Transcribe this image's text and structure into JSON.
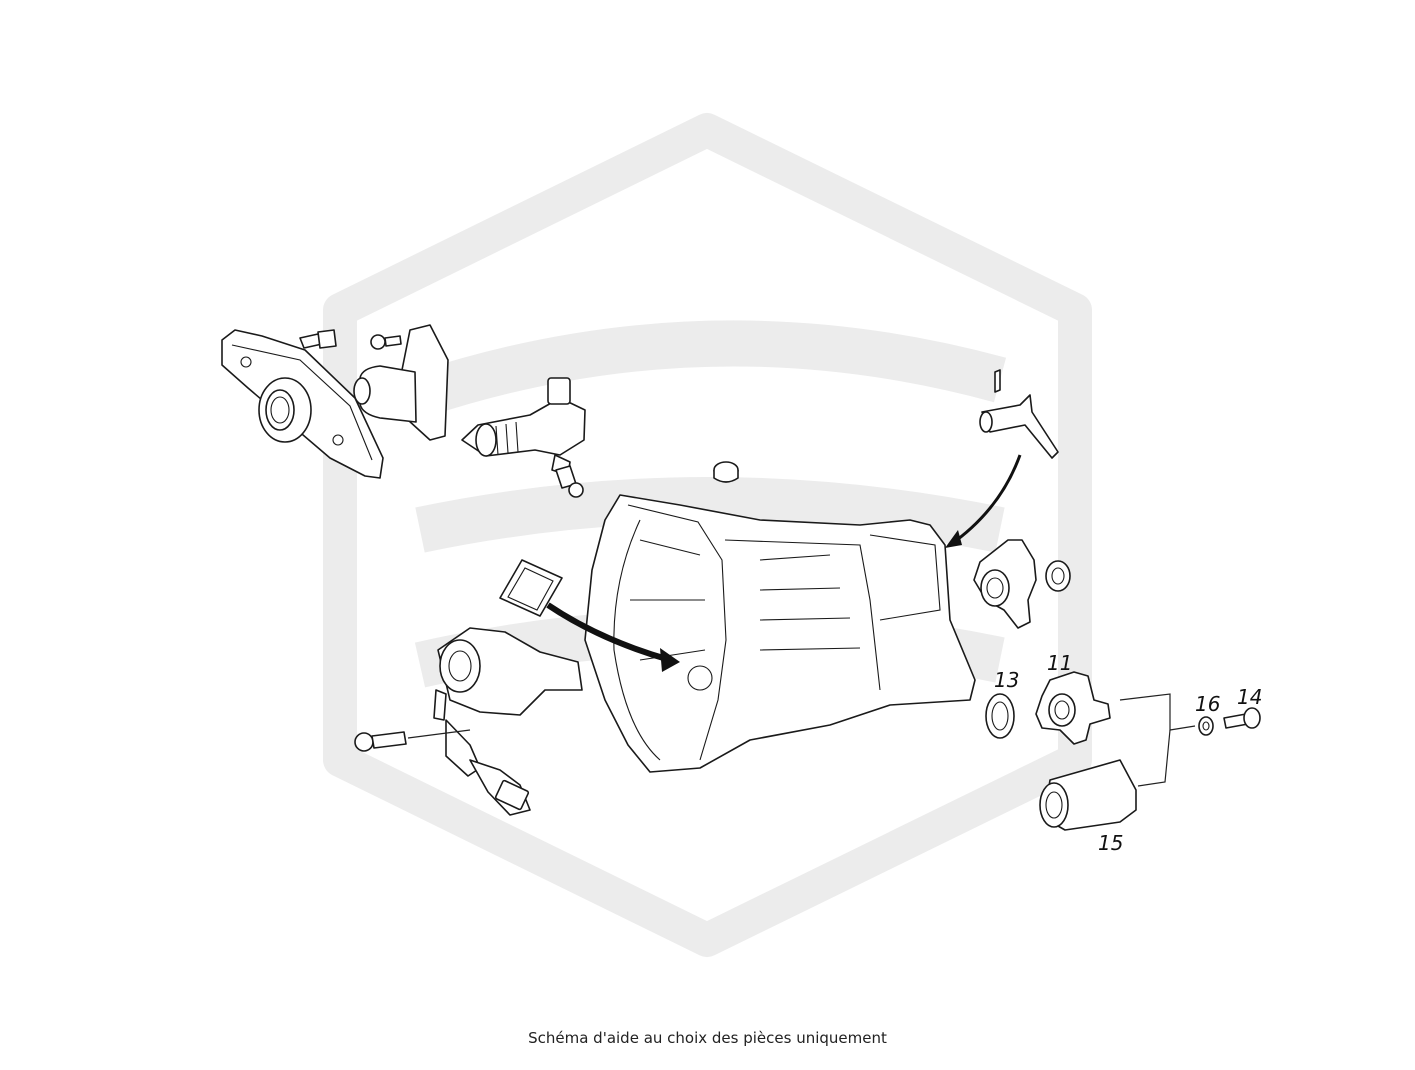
{
  "diagram": {
    "callouts": [
      {
        "id": "11",
        "label": "11"
      },
      {
        "id": "13",
        "label": "13"
      },
      {
        "id": "14",
        "label": "14"
      },
      {
        "id": "15",
        "label": "15"
      },
      {
        "id": "16",
        "label": "16"
      }
    ],
    "watermark_color": "#ececec",
    "line_color": "#1a1a1a"
  },
  "caption": "Schéma d'aide au choix des pièces uniquement"
}
